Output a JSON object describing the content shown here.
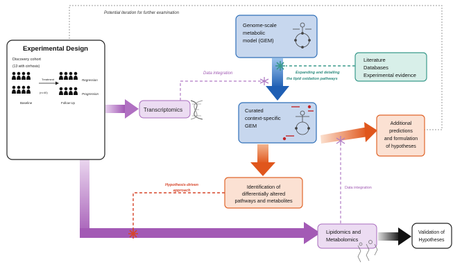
{
  "top_note": "Potential iteration for further examination",
  "experimental_design": {
    "title": "Experimental Design",
    "cohort_label": "Discovery cohort",
    "cohort_sub": "(13 with cirrhosis)",
    "treatment_label": "Treatment",
    "n_label": "(n=40)",
    "baseline_label": "Baseline",
    "followup_label": "Follow Up",
    "regression_label": "Regression",
    "progression_label": "Progression"
  },
  "gem": {
    "line1": "Genome-scale",
    "line2": "metabolic",
    "line3": "model (GEM)"
  },
  "literature": {
    "line1": "Literature",
    "line2": "Databases",
    "line3": "Experimental evidence"
  },
  "expanding_note": {
    "line1": "Expanding and detailing",
    "line2": "the lipid oxidation pathways"
  },
  "data_integration_top": "Data integration",
  "transcriptomics": "Transcriptomics",
  "curated": {
    "line1": "Curated",
    "line2": "context-specific",
    "line3": "GEM"
  },
  "additional": {
    "line1": "Additional",
    "line2": "predictions",
    "line3": "and formulation",
    "line4": "of hypotheses"
  },
  "hypothesis_driven": {
    "line1": "Hypothesis-driven",
    "line2": "approach"
  },
  "identification": {
    "line1": "Identification of",
    "line2": "differentially altered",
    "line3": "pathways and metabolites"
  },
  "data_integration_right": "Data integration",
  "lipidomics": {
    "line1": "Lipidomics and",
    "line2": "Metabolomics"
  },
  "validation": {
    "line1": "Validation of",
    "line2": "Hypotheses"
  },
  "colors": {
    "purple": "#b07bc4",
    "purple_light": "#ecdcf2",
    "blue": "#2f6fb8",
    "blue_light": "#c7d7ee",
    "teal": "#3a9a8c",
    "teal_light": "#d8efe9",
    "orange": "#e0662c",
    "orange_light": "#fbe1d3"
  }
}
